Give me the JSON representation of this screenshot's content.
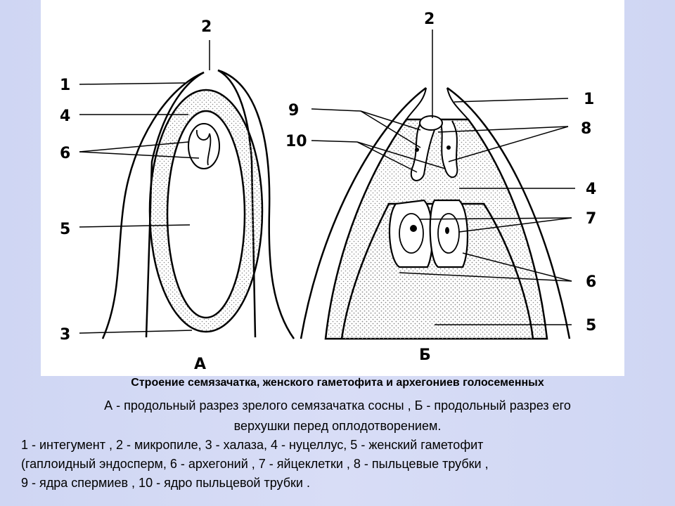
{
  "diagram": {
    "labels_a": [
      "1",
      "2",
      "4",
      "6",
      "5",
      "3"
    ],
    "panel_a_letter": "А",
    "labels_b": [
      "2",
      "9",
      "10",
      "1",
      "8",
      "4",
      "7",
      "6",
      "5"
    ],
    "panel_b_letter": "Б",
    "colors": {
      "line": "#000000",
      "stipple": "#9a9a9a",
      "paper": "#ffffff",
      "background": "#d3d9f4"
    }
  },
  "caption": {
    "title": "Строение семязачатка, женского гаметофита и архегониев голосеменных",
    "subtitle_line1": "А - продольный разрез зрелого семязачатка сосны , Б - продольный разрез его",
    "subtitle_line2": "верхушки перед оплодотворением.",
    "legend_line1": "1 - интегумент , 2 - микропиле, 3 - халаза, 4 - нуцеллус, 5 - женский гаметофит",
    "legend_line2": "(гаплоидный эндосперм, 6 - архегоний , 7 - яйцеклетки , 8 - пыльцевые трубки ,",
    "legend_line3": "9 - ядра спермиев , 10 - ядро пыльцевой трубки ."
  }
}
